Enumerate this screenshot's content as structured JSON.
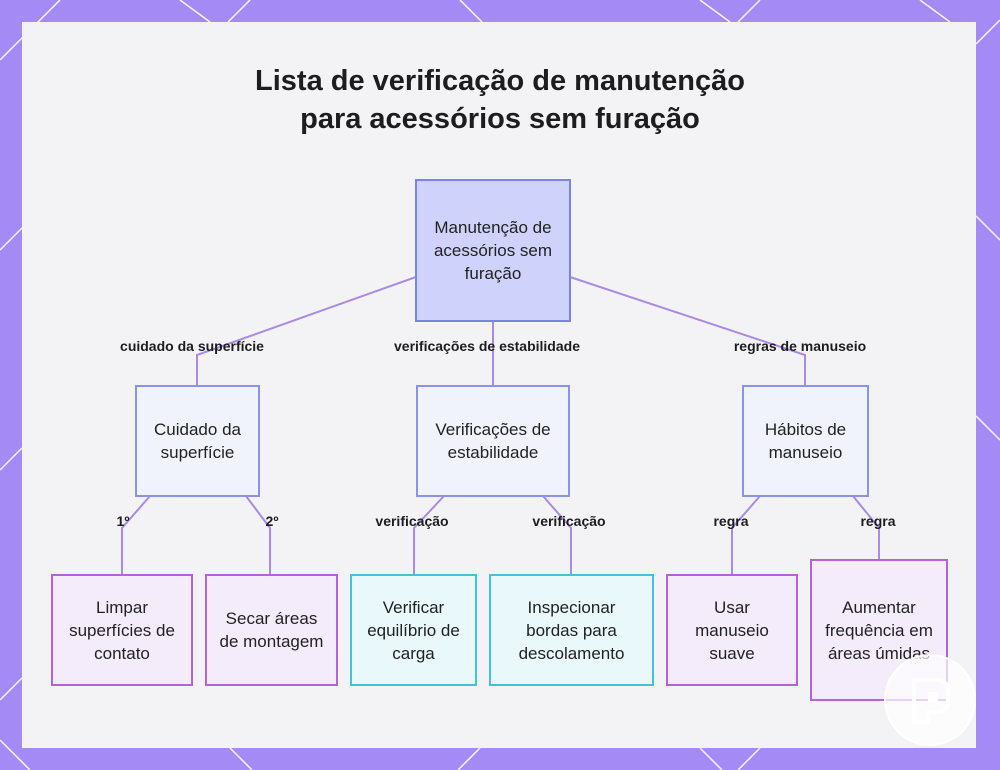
{
  "title": {
    "line1": "Lista de verificação de manutenção",
    "line2": "para acessórios sem furação"
  },
  "root": {
    "label": "Manutenção de acessórios sem furação"
  },
  "branches": [
    {
      "edge_label": "cuidado da superfície",
      "label": "Cuidado da superfície",
      "children": [
        {
          "edge_label": "1º",
          "label": "Limpar superfícies de contato"
        },
        {
          "edge_label": "2º",
          "label": "Secar áreas de montagem"
        }
      ]
    },
    {
      "edge_label": "verificações de estabilidade",
      "label": "Verificações de estabilidade",
      "children": [
        {
          "edge_label": "verificação",
          "label": "Verificar equilíbrio de carga"
        },
        {
          "edge_label": "verificação",
          "label": "Inspecionar bordas para descolamento"
        }
      ]
    },
    {
      "edge_label": "regras de manuseio",
      "label": "Hábitos de manuseio",
      "children": [
        {
          "edge_label": "regra",
          "label": "Usar manuseio suave"
        },
        {
          "edge_label": "regra",
          "label": "Aumentar frequência em áreas úmidas"
        }
      ]
    }
  ],
  "colors": {
    "frame": "#a48af5",
    "connector": "#a98ae6",
    "root_fill": "#cfd3fb",
    "leaf_purple_border": "#b364d6",
    "leaf_cyan_border": "#44c2d8"
  },
  "logo": {
    "icon": "brand-logo-icon"
  }
}
